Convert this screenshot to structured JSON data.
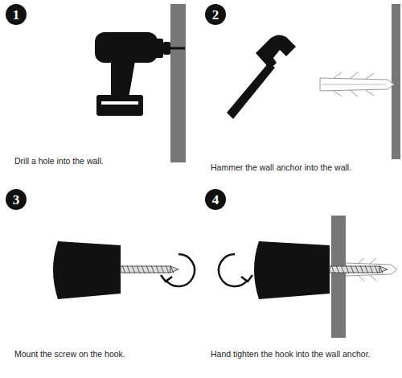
{
  "diagram": {
    "nodes": [
      {
        "text": [
          "1"
        ]
      },
      {
        "text": [
          "2"
        ]
      },
      {
        "text": [
          "3"
        ]
      },
      {
        "text": [
          "4"
        ]
      }
    ],
    "labels": [
      "Drill a hole into the wall.",
      "Hammer the wall anchor into the wall.",
      "Mount the screw on the hook.",
      "Hand tighten the hook into the wall anchor."
    ]
  }
}
